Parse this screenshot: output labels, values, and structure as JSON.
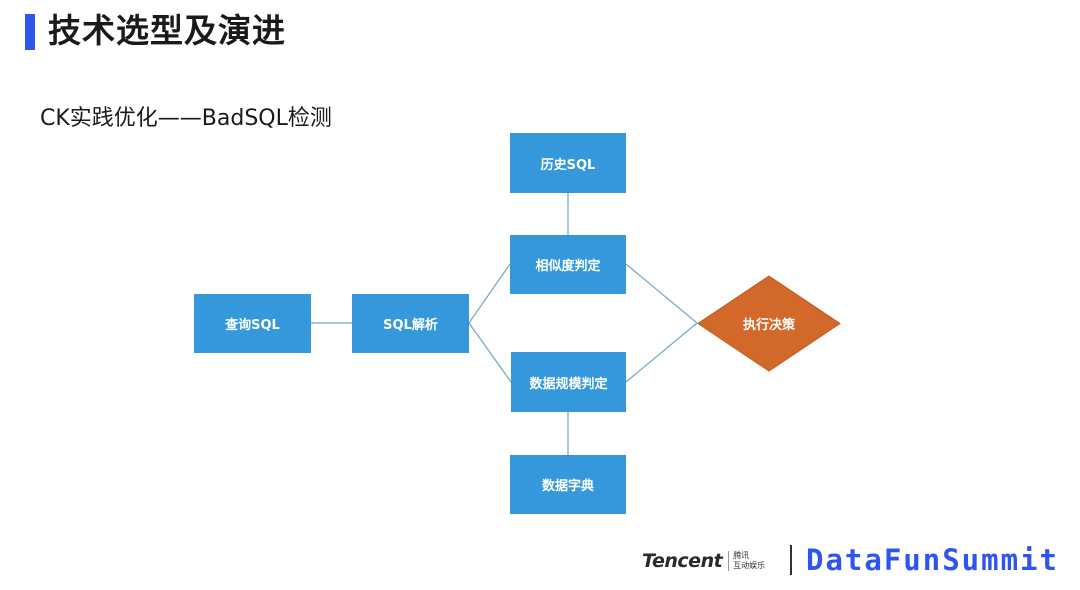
{
  "header": {
    "title": "技术选型及演进"
  },
  "subtitle": "CK实践优化——BadSQL检测",
  "flow": {
    "nodes": {
      "query_sql": "查询SQL",
      "sql_parse": "SQL解析",
      "history_sql": "历史SQL",
      "similarity": "相似度判定",
      "data_scale": "数据规模判定",
      "data_dict": "数据字典",
      "decision": "执行决策"
    },
    "colors": {
      "box": "#3498db",
      "decision": "#d2692a",
      "line": "#6fa8c8"
    }
  },
  "footer": {
    "tencent": "Tencent",
    "tencent_sub_top": "腾讯",
    "tencent_sub_bottom": "互动娱乐",
    "brand": "DataFunSummit"
  }
}
